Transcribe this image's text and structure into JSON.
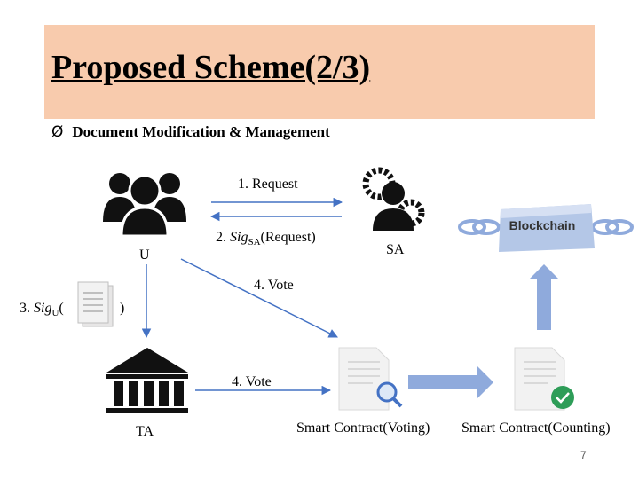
{
  "slide": {
    "title": "Proposed Scheme(2/3)",
    "bullet_marker": "Ø",
    "bullet": "Document Modification & Management",
    "page_number": "7"
  },
  "entities": {
    "user": "U",
    "sa": "SA",
    "ta": "TA",
    "blockchain": "Blockchain",
    "sc_voting": "Smart Contract(Voting)",
    "sc_counting": "Smart Contract(Counting)"
  },
  "steps": {
    "request": "1. Request",
    "sig_sa_prefix": "2. ",
    "sig_sa_sig": "Sig",
    "sig_sa_sub": "SA",
    "sig_sa_arg": "(Request)",
    "sig_u_prefix": "3. ",
    "sig_u_sig": "Sig",
    "sig_u_sub": "U",
    "sig_u_open": "(",
    "sig_u_close": ")",
    "vote_sa": "4. Vote",
    "vote_ta": "4. Vote"
  },
  "colors": {
    "title_band": "#f8cbad",
    "arrow_blue": "#4472c4",
    "light_blue": "#8faadc",
    "check_green": "#2e9d58",
    "icon_dark": "#111111"
  }
}
